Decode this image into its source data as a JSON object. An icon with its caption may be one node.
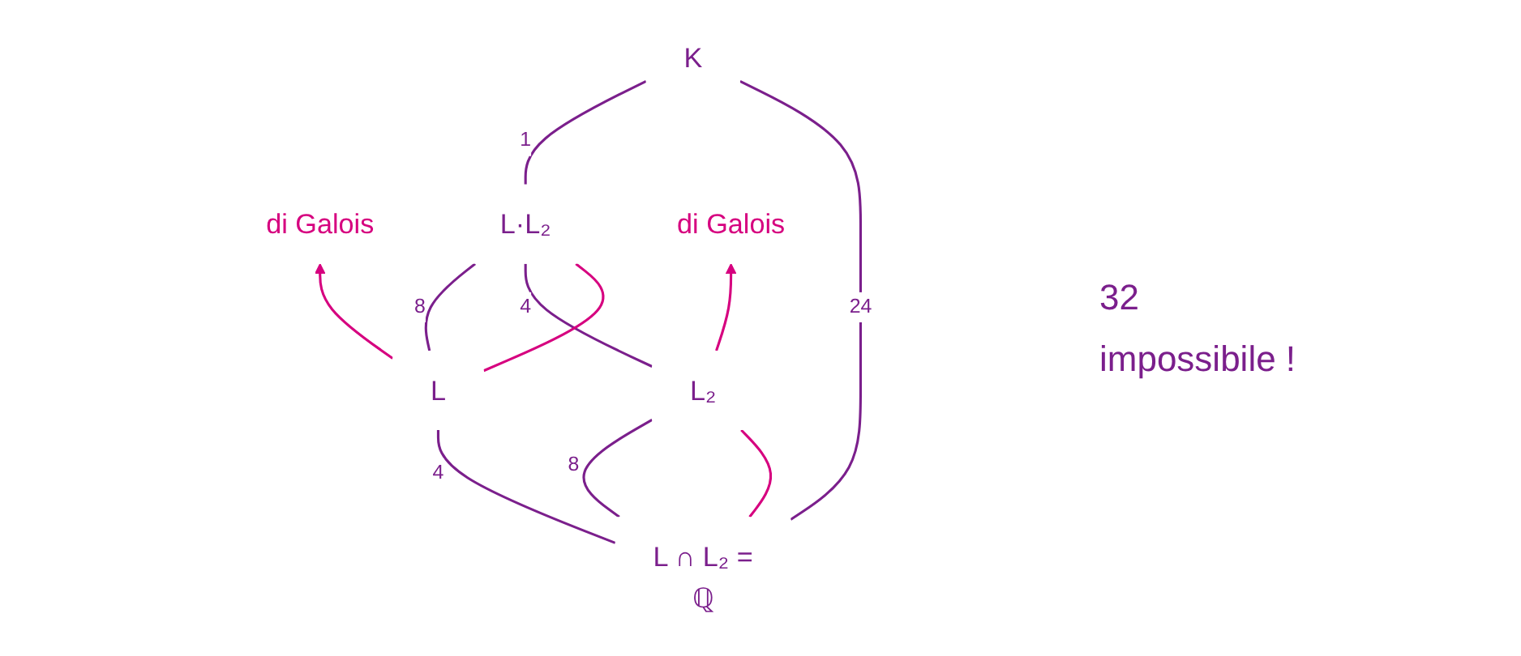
{
  "diagram": {
    "nodes": [
      {
        "text": [
          "K"
        ]
      },
      {
        "text": [
          "di Galois"
        ]
      },
      {
        "text": [
          "L·L₂"
        ]
      },
      {
        "text": [
          "L"
        ]
      },
      {
        "text": [
          "L₂"
        ]
      },
      {
        "text": [
          "L ∩ L₂ =",
          "ℚ"
        ]
      },
      {
        "text": [
          "di Galois"
        ]
      }
    ],
    "edges": [
      {
        "from": 2,
        "to": 0,
        "label": "1",
        "arrow": "none"
      },
      {
        "from": 3,
        "to": 2,
        "label": "8",
        "arrow": "none"
      },
      {
        "from": 4,
        "to": 2,
        "label": "4",
        "arrow": "none"
      },
      {
        "from": 5,
        "to": 4,
        "label": "8",
        "arrow": "none"
      },
      {
        "from": 5,
        "to": 3,
        "label": "4",
        "arrow": "none"
      },
      {
        "from": 5,
        "to": 0,
        "label": "24",
        "arrow": "none"
      },
      {
        "from": 3,
        "to": 2,
        "arrow": "none",
        "color": "#d6007f"
      },
      {
        "from": 3,
        "to": 1,
        "arrow": "to",
        "color": "#d6007f"
      },
      {
        "from": 5,
        "to": 4,
        "arrow": "none",
        "color": "#d6007f"
      },
      {
        "from": 4,
        "to": 6,
        "arrow": "to",
        "color": "#d6007f"
      }
    ],
    "labels": [
      "32",
      "impossibile !"
    ]
  }
}
